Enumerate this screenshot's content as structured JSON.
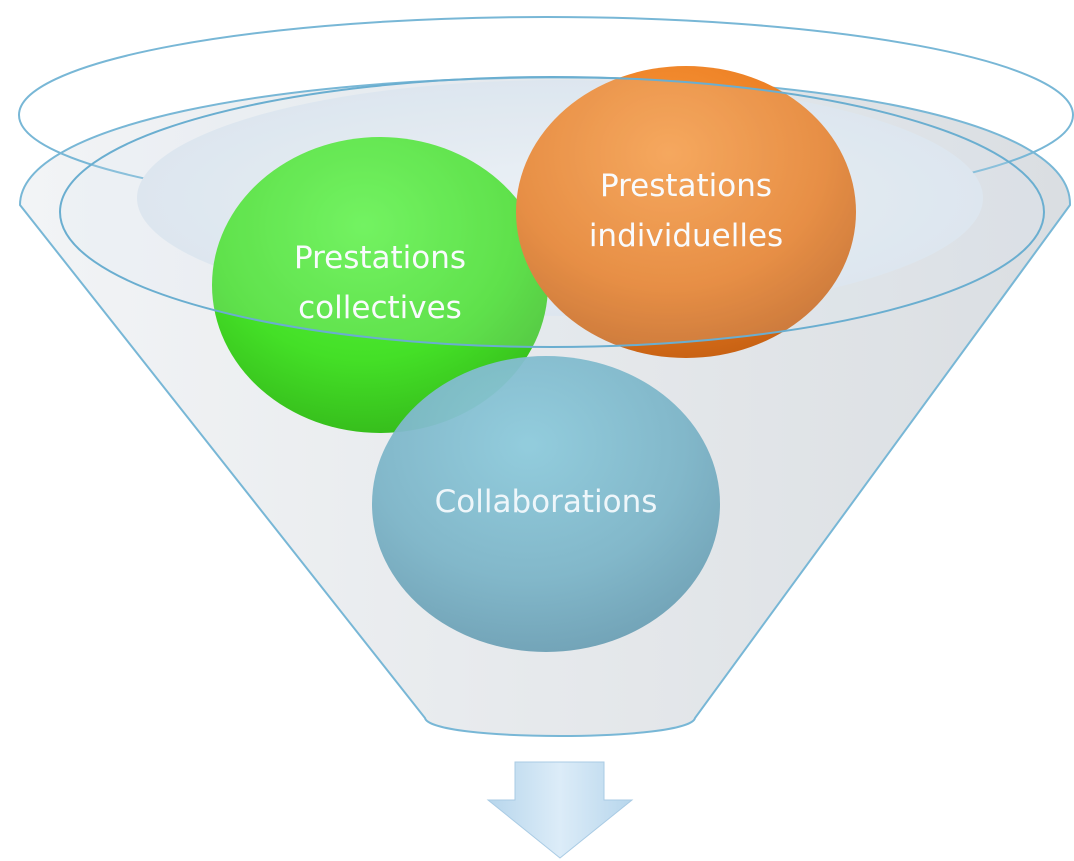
{
  "diagram": {
    "circles": {
      "collective": {
        "line1": "Prestations",
        "line2": "collectives",
        "color": "#3ee01e"
      },
      "individual": {
        "line1": "Prestations",
        "line2": "individuelles",
        "color": "#e87a1e"
      },
      "collab": {
        "label": "Collaborations",
        "color": "#7fb7cc"
      }
    },
    "colors": {
      "funnel_fill": "#e4e8ec",
      "funnel_stroke": "#78b7d6",
      "arrow_fill": "#c8e0f2",
      "text_color": "#ffffff"
    }
  }
}
